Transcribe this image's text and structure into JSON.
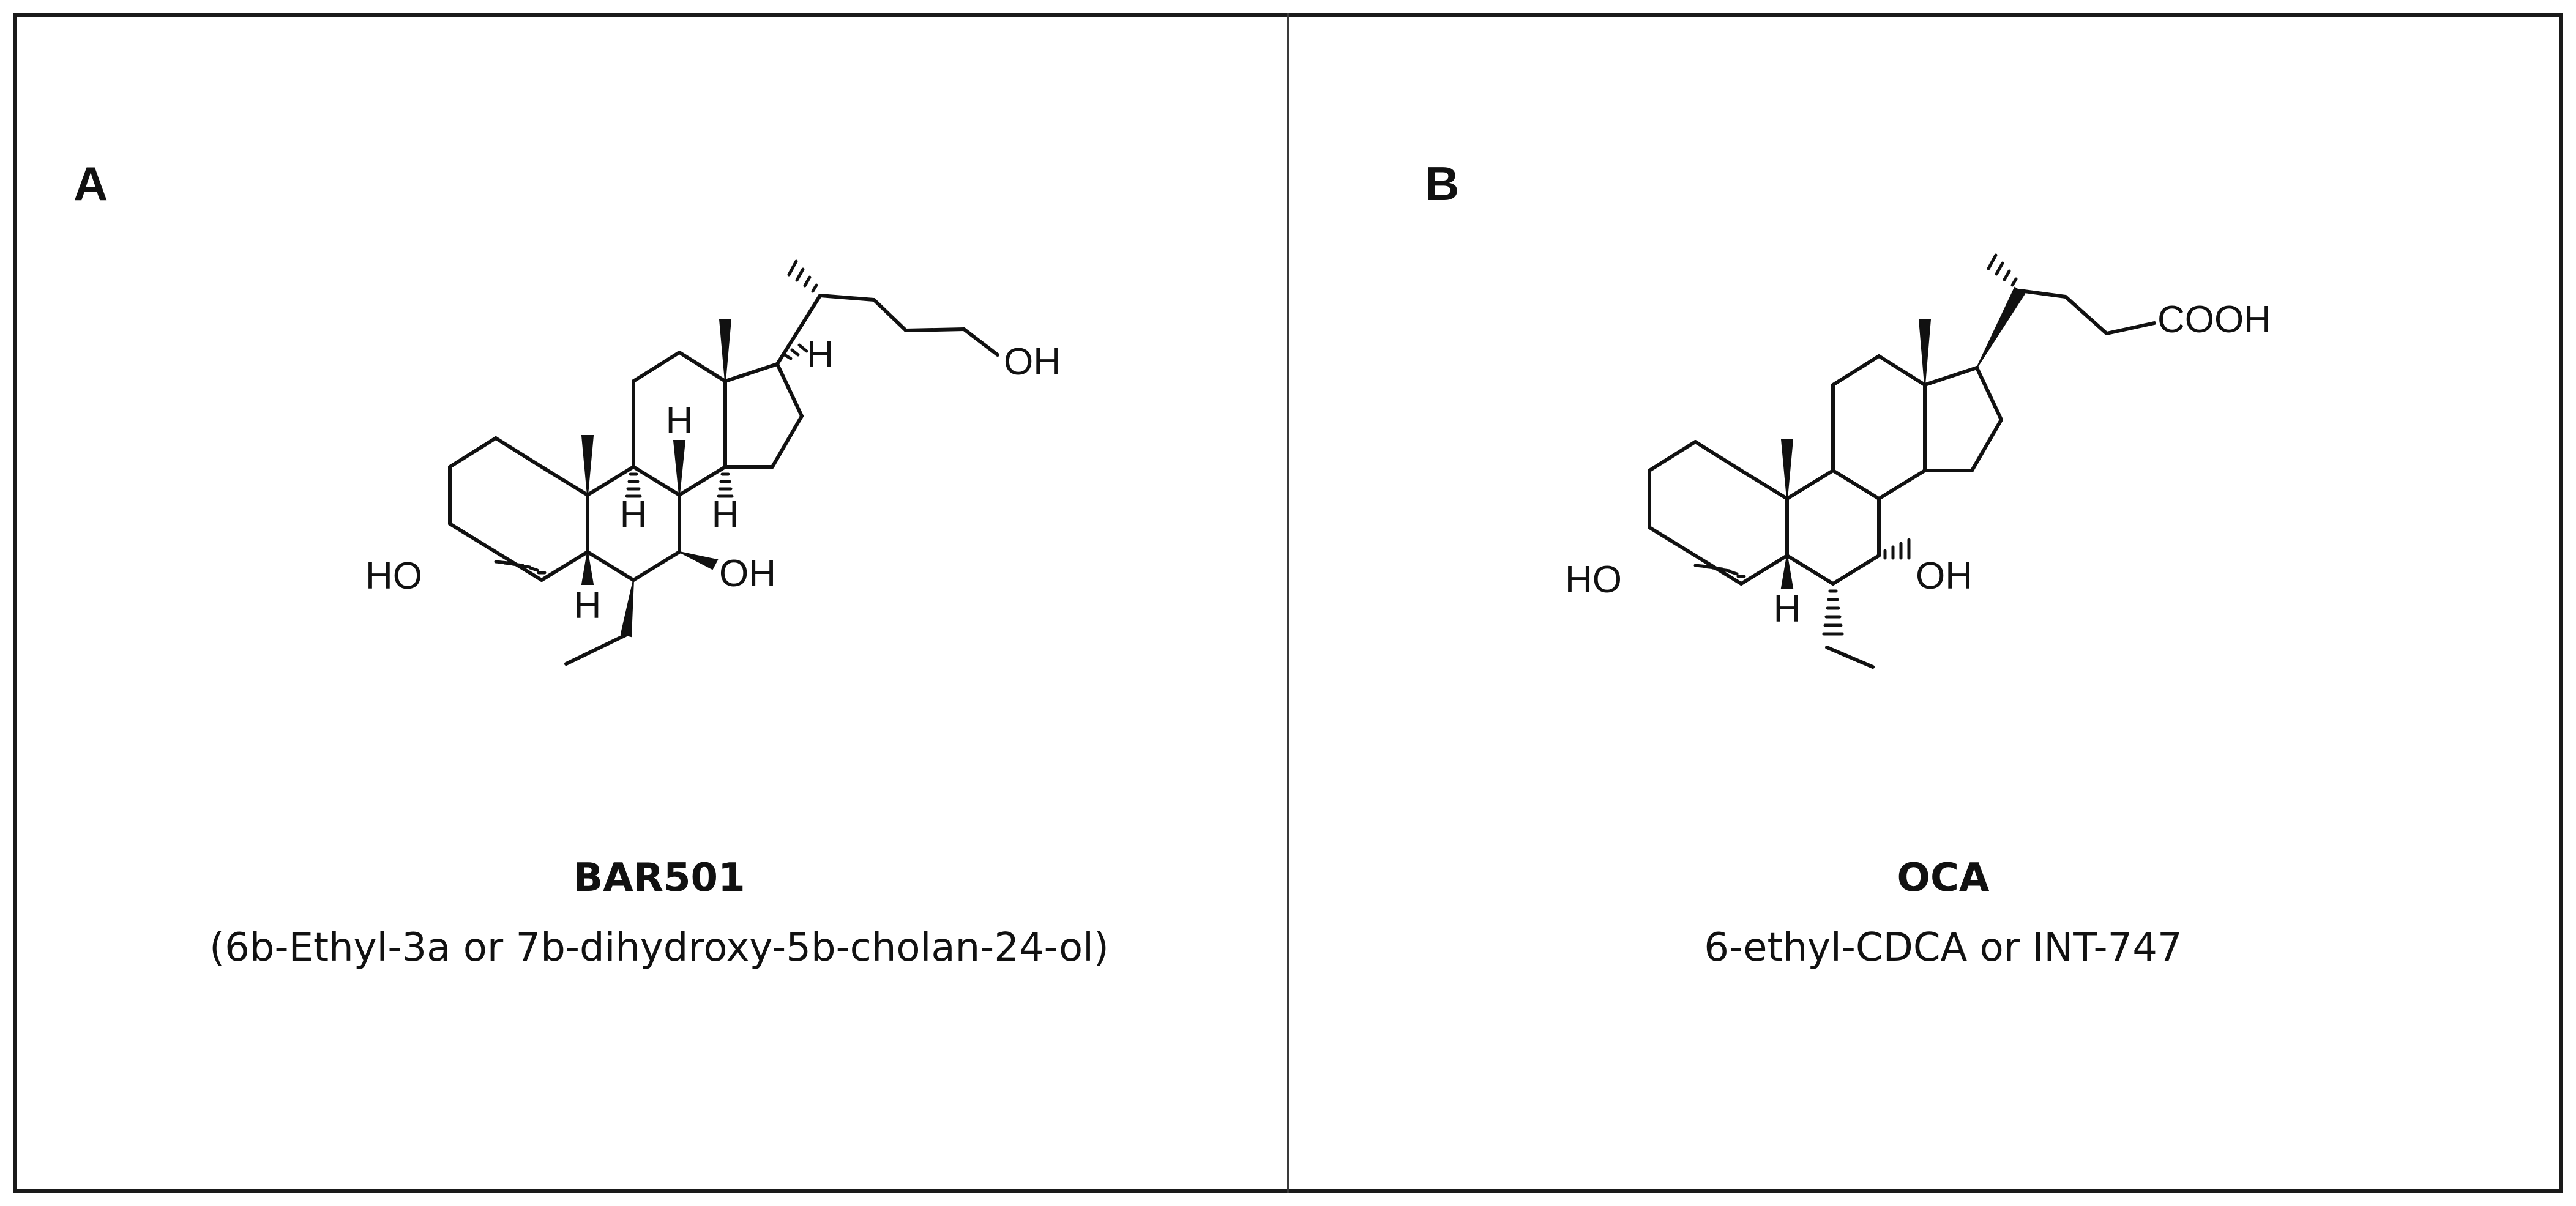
{
  "figure": {
    "panels": [
      {
        "letter": "A",
        "compound_name": "BAR501",
        "compound_description": "(6b-Ethyl-3a or 7b-dihydroxy-5b-cholan-24-ol)",
        "atom_labels": {
          "ho": "HO",
          "oh_7": "OH",
          "oh_24": "OH",
          "h_5": "H",
          "h_8": "H",
          "h_9": "H",
          "h_14": "H",
          "h_17": "H"
        }
      },
      {
        "letter": "B",
        "compound_name": "OCA",
        "compound_description": "6-ethyl-CDCA or INT-747",
        "atom_labels": {
          "ho": "HO",
          "oh_7": "OH",
          "cooh": "COOH",
          "h_5": "H"
        }
      }
    ],
    "colors": {
      "ink": "#111111",
      "border": "#1a1a1a",
      "background": "#ffffff"
    }
  }
}
